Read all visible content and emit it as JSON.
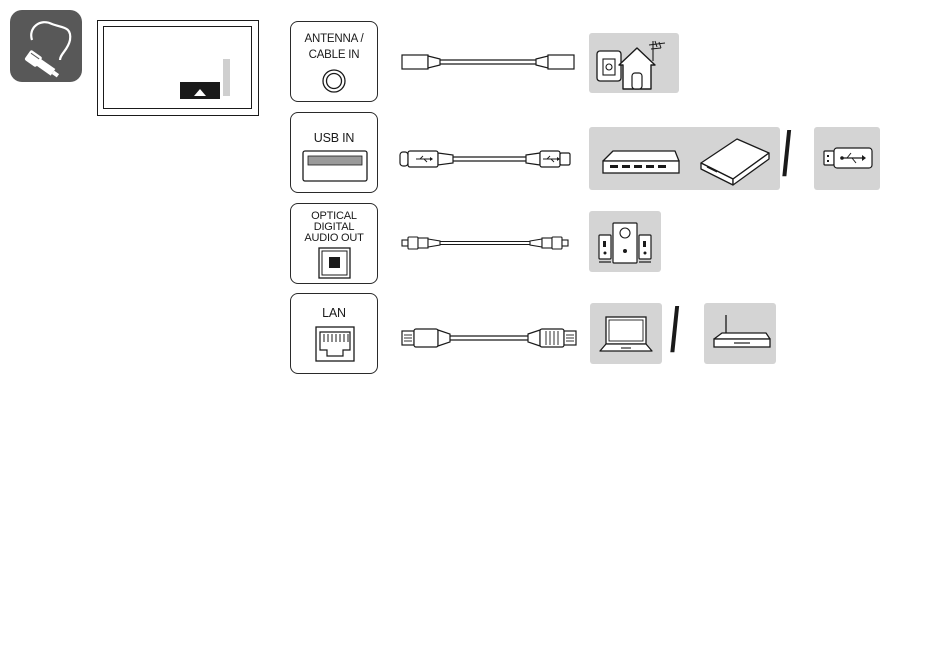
{
  "ports": [
    {
      "id": "antenna",
      "label_line1": "ANTENNA /",
      "label_line2": "CABLE IN"
    },
    {
      "id": "usb",
      "label_line1": "USB IN"
    },
    {
      "id": "optical",
      "label_line1": "OPTICAL",
      "label_line2": "DIGITAL",
      "label_line3": "AUDIO OUT"
    },
    {
      "id": "lan",
      "label_line1": "LAN"
    }
  ],
  "separator": "/",
  "icons": {
    "connection": "cable-plug-icon",
    "tv": "tv-rear-panel-icon",
    "antenna_device": "house-antenna-wall-socket-icon",
    "usb_devices": [
      "usb-hub-icon",
      "external-hard-drive-icon",
      "usb-flash-drive-icon"
    ],
    "optical_device": "speaker-system-icon",
    "lan_devices": [
      "laptop-icon",
      "router-icon"
    ]
  },
  "colors": {
    "tile": "#d4d4d4",
    "badge": "#585858",
    "line": "#1a1a1a"
  }
}
